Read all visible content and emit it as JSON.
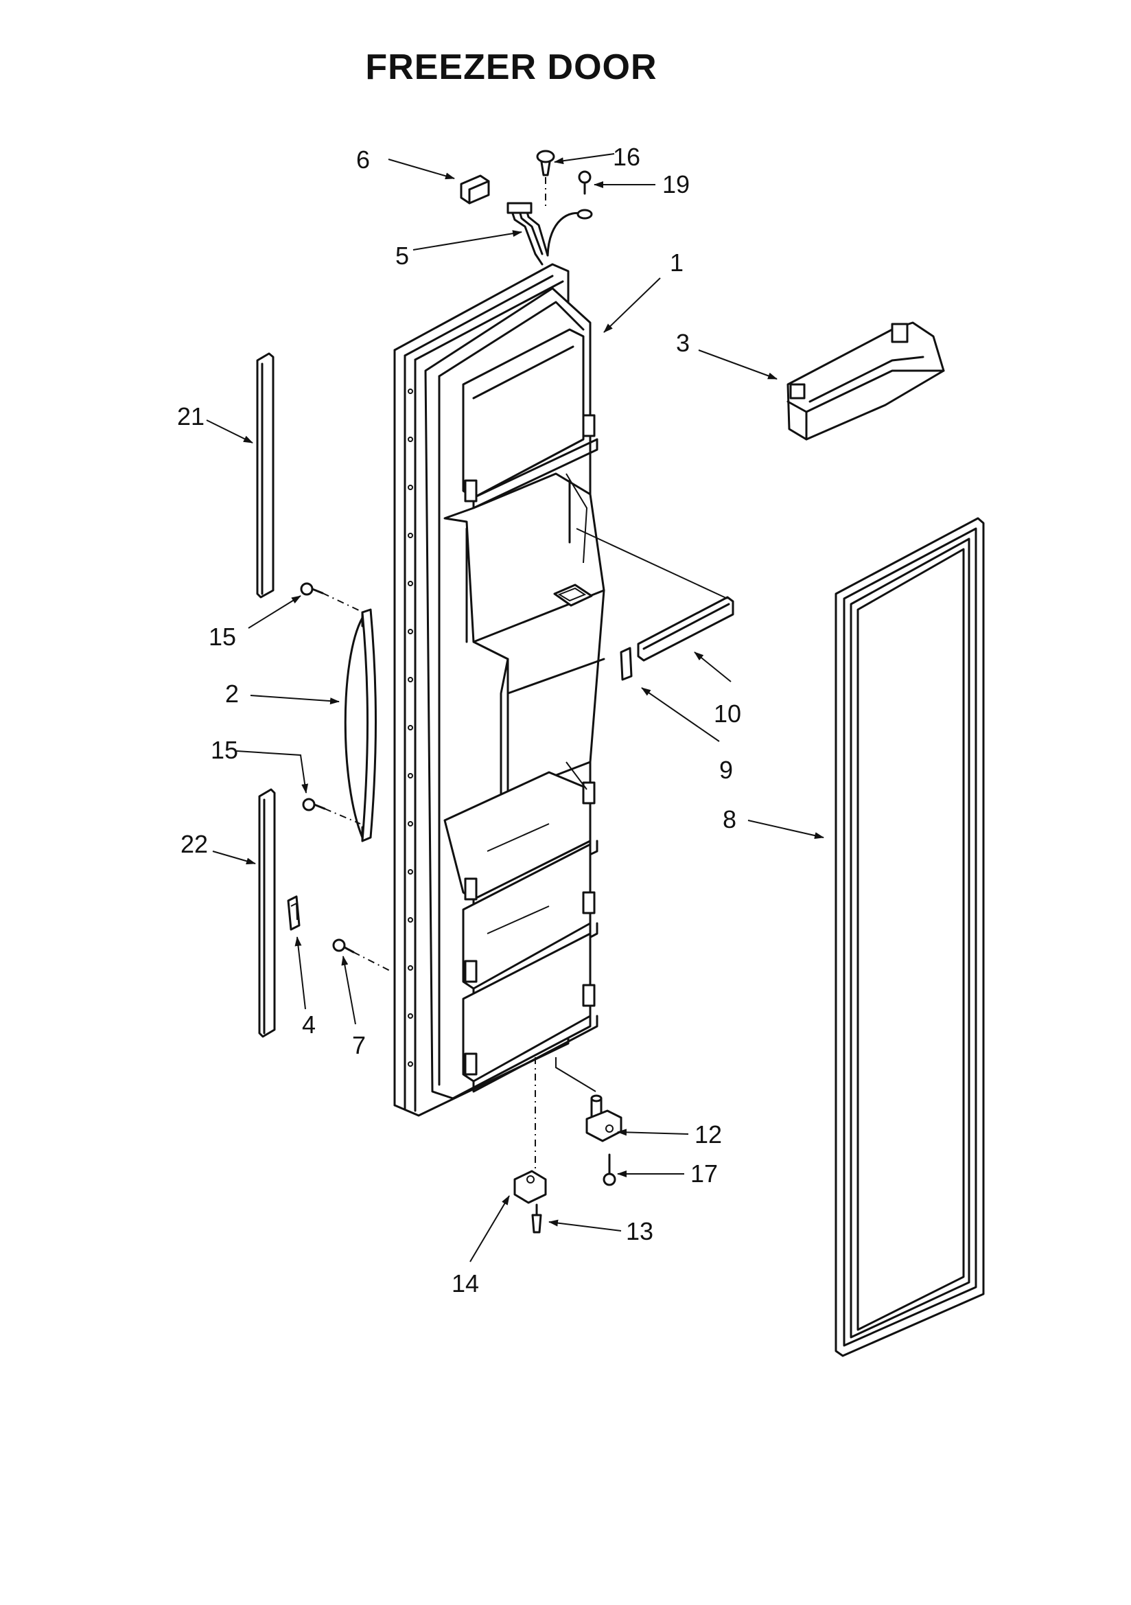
{
  "title": "FREEZER DOOR",
  "callouts": [
    {
      "id": "c1",
      "label": "1"
    },
    {
      "id": "c2",
      "label": "2"
    },
    {
      "id": "c3",
      "label": "3"
    },
    {
      "id": "c4",
      "label": "4"
    },
    {
      "id": "c5",
      "label": "5"
    },
    {
      "id": "c6",
      "label": "6"
    },
    {
      "id": "c7",
      "label": "7"
    },
    {
      "id": "c8",
      "label": "8"
    },
    {
      "id": "c9",
      "label": "9"
    },
    {
      "id": "c10",
      "label": "10"
    },
    {
      "id": "c12",
      "label": "12"
    },
    {
      "id": "c13",
      "label": "13"
    },
    {
      "id": "c14",
      "label": "14"
    },
    {
      "id": "c15a",
      "label": "15"
    },
    {
      "id": "c15b",
      "label": "15"
    },
    {
      "id": "c16",
      "label": "16"
    },
    {
      "id": "c17",
      "label": "17"
    },
    {
      "id": "c19",
      "label": "19"
    },
    {
      "id": "c21",
      "label": "21"
    },
    {
      "id": "c22",
      "label": "22"
    }
  ]
}
